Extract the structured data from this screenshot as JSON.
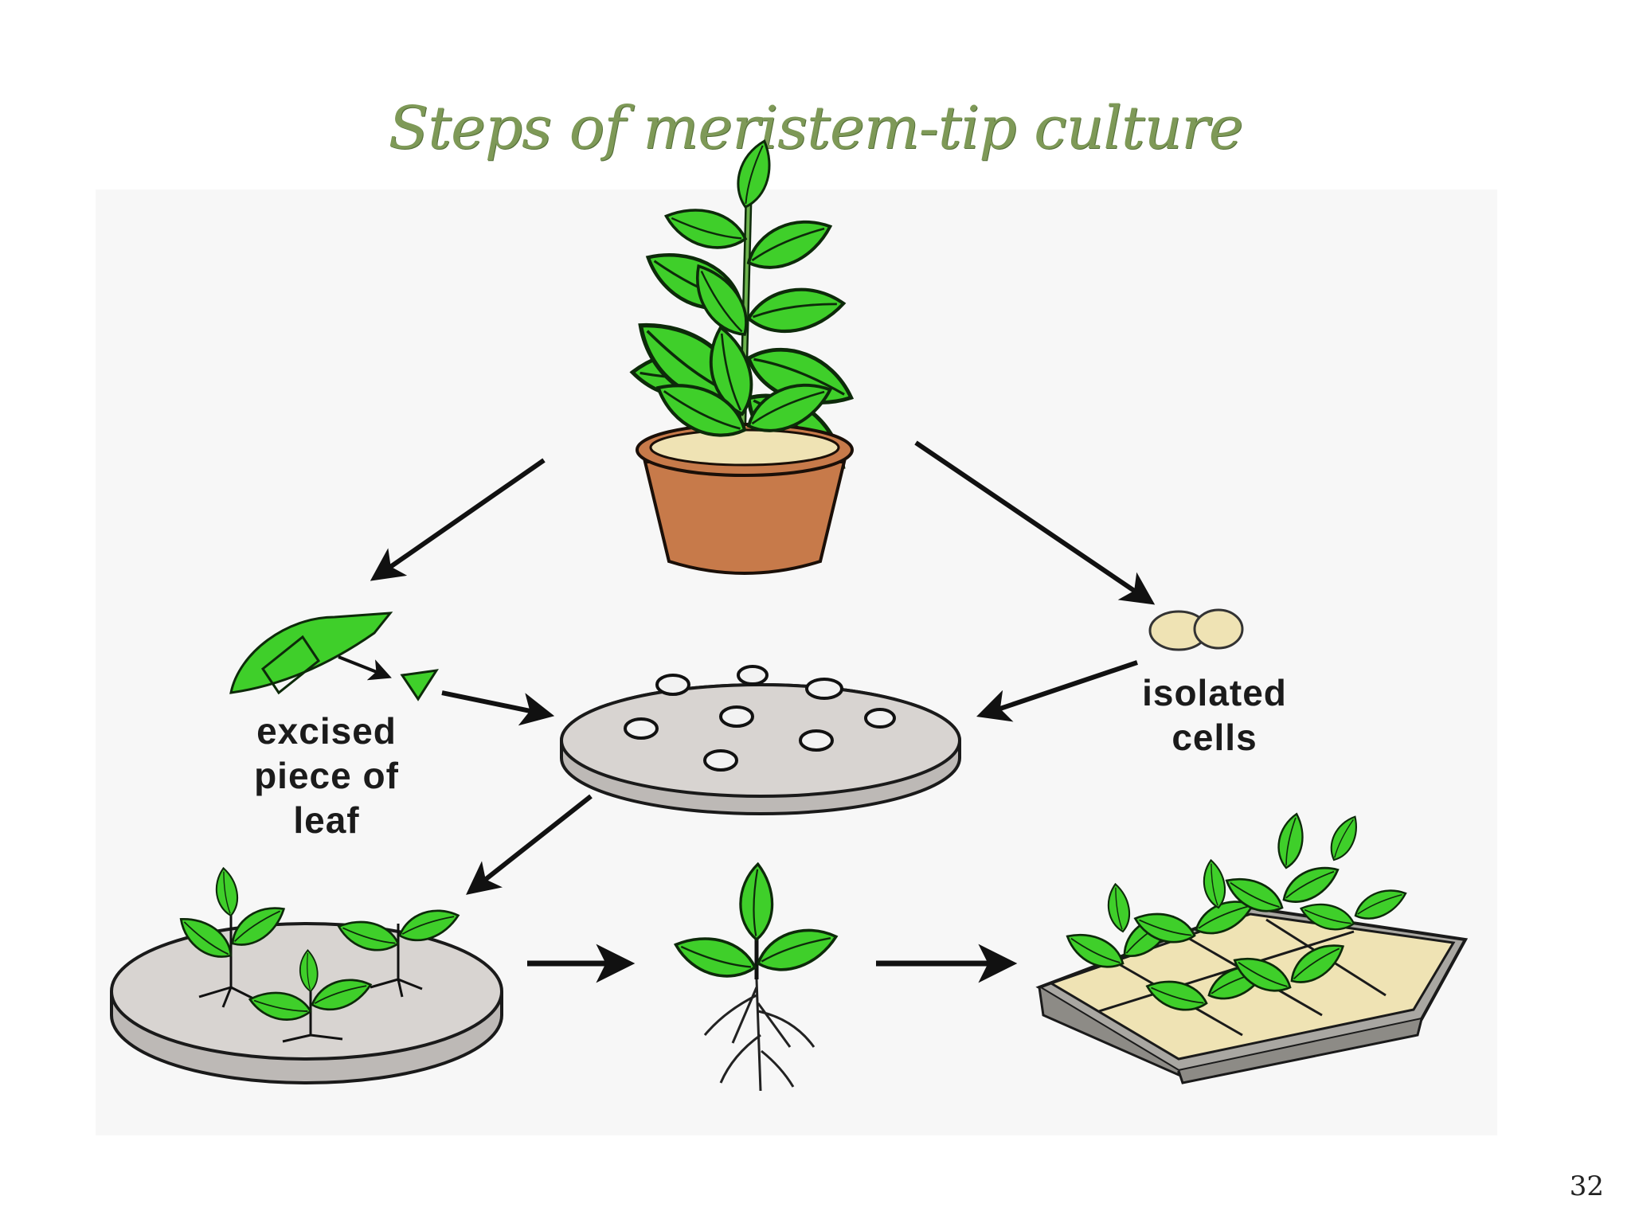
{
  "slide": {
    "title": "Steps of meristem-tip culture",
    "page_number": "32"
  },
  "diagram": {
    "labels": {
      "excised_leaf_line1": "excised",
      "excised_leaf_line2": "piece of",
      "excised_leaf_line3": "leaf",
      "isolated_cells_line1": "isolated",
      "isolated_cells_line2": "cells"
    },
    "colors": {
      "leaf": "#3fcf2a",
      "leaf_outline": "#0d2a0a",
      "pot": "#c77a4a",
      "soil": "#efe3b4",
      "dish": "#cfcbc8",
      "tray": "#a9a7a2",
      "title": "#7e9957"
    }
  }
}
